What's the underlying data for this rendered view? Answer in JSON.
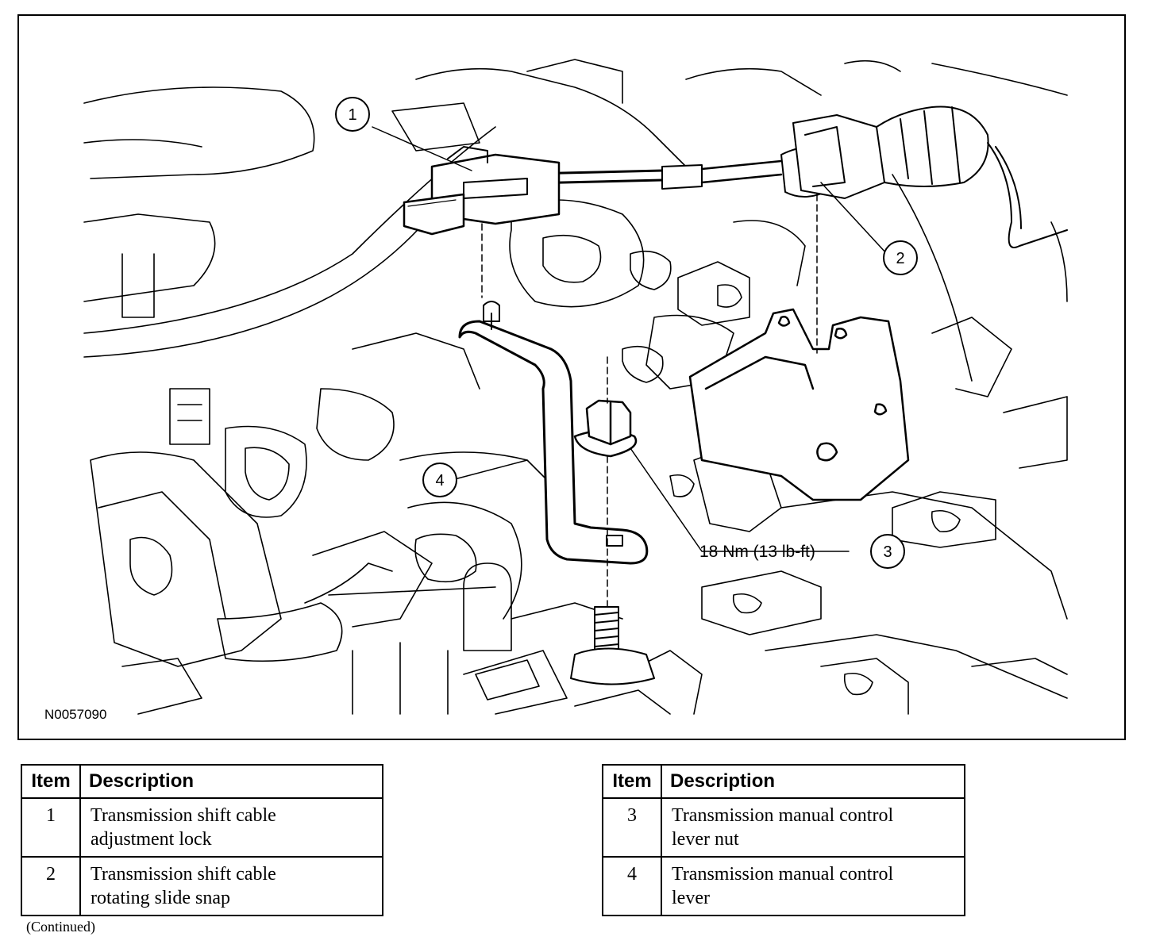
{
  "figure": {
    "id_label": "N0057090",
    "callouts": [
      {
        "number": "1"
      },
      {
        "number": "2"
      },
      {
        "number": "3"
      },
      {
        "number": "4"
      }
    ],
    "torque_label": "18 Nm (13 lb-ft)"
  },
  "legend_left": {
    "headers": {
      "item": "Item",
      "description": "Description"
    },
    "rows": [
      {
        "item": "1",
        "line1": "Transmission shift cable",
        "line2": "adjustment lock"
      },
      {
        "item": "2",
        "line1": "Transmission shift cable",
        "line2": "rotating slide snap"
      }
    ]
  },
  "legend_right": {
    "headers": {
      "item": "Item",
      "description": "Description"
    },
    "rows": [
      {
        "item": "3",
        "line1": "Transmission manual control",
        "line2": "lever nut"
      },
      {
        "item": "4",
        "line1": "Transmission manual control",
        "line2": "lever"
      }
    ]
  },
  "footer": {
    "continued": "(Continued)"
  }
}
